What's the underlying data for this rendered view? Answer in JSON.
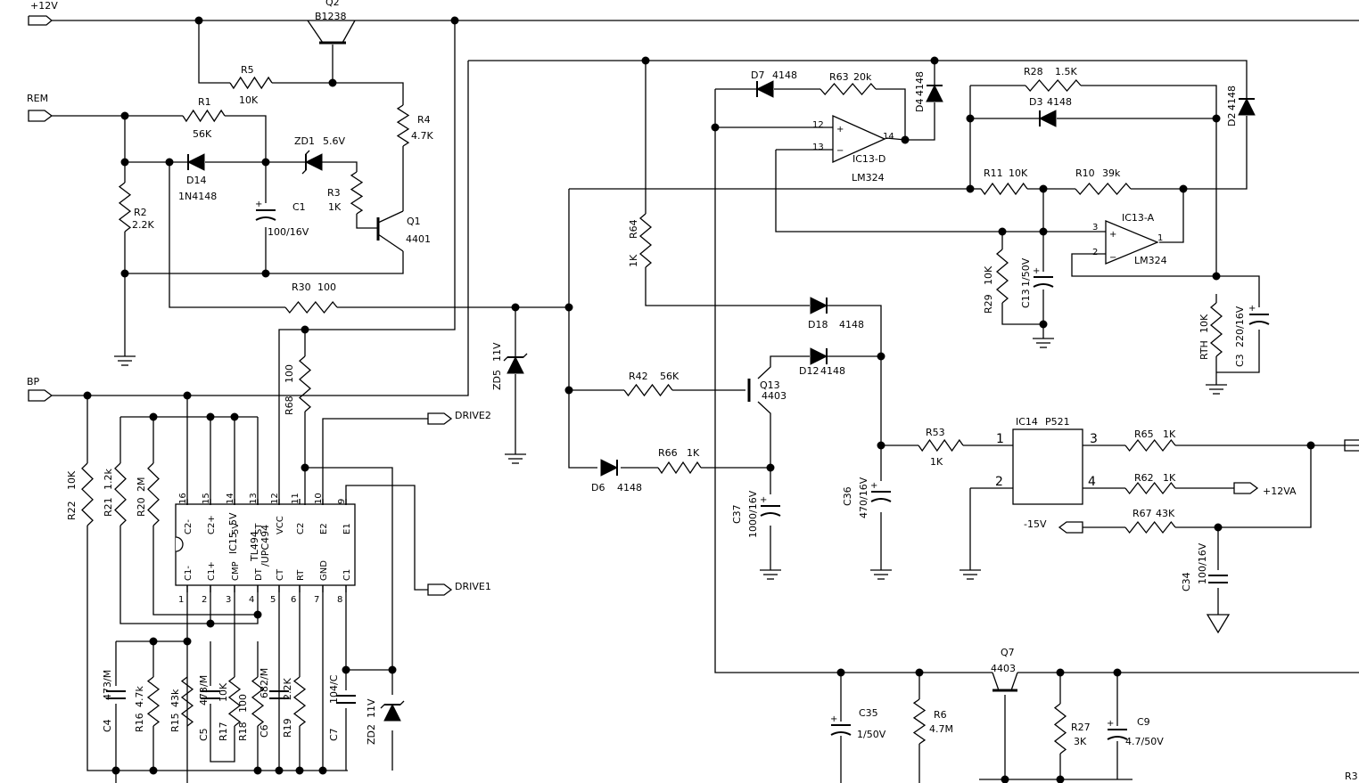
{
  "ports": {
    "p12v": "+12V",
    "rem": "REM",
    "bp": "BP",
    "drive2": "DRIVE2",
    "drive1": "DRIVE1",
    "p12va": "+12VA",
    "m15v": "-15V",
    "r3": "R3"
  },
  "comps": {
    "q2": "Q2",
    "b1238": "B1238",
    "r5": "R5",
    "r5v": "10K",
    "r1": "R1",
    "r1v": "56K",
    "r4": "R4",
    "r4v": "4.7K",
    "zd1": "ZD1",
    "zd1v": "5.6V",
    "d14": "D14",
    "d14v": "1N4148",
    "c1": "C1",
    "c1v": "100/16V",
    "r3": "R3",
    "r3v": "1K",
    "q1": "Q1",
    "q1v": "4401",
    "r2": "R2",
    "r2v": "2.2K",
    "r30": "R30",
    "r30v": "100",
    "r68": "R68",
    "r68v": "100",
    "zd5": "ZD5",
    "zd5v": "11V",
    "d7": "D7",
    "d7v": "4148",
    "r63": "R63",
    "r63v": "20k",
    "d4": "D4",
    "d4v": "4148",
    "ic13d": "IC13-D",
    "lm324a": "LM324",
    "p12": "12",
    "p13": "13",
    "p14": "14",
    "r28": "R28",
    "r28v": "1.5K",
    "d3": "D3",
    "d3v": "4148",
    "d2": "D2",
    "d2v": "4148",
    "r11": "R11",
    "r11v": "10K",
    "r10": "R10",
    "r10v": "39k",
    "ic13a": "IC13-A",
    "lm324b": "LM324",
    "p3": "3",
    "p2": "2",
    "p1": "1",
    "r29": "R29",
    "r29v": "10K",
    "c13": "C13",
    "c13v": "1/50V",
    "rth": "RTH",
    "rthv": "10K",
    "c3": "C3",
    "c3v": "220/16V",
    "r64": "R64",
    "r64v": "1K",
    "d18": "D18",
    "d18v": "4148",
    "d12": "D12",
    "d12v": "4148",
    "r42": "R42",
    "r42v": "56K",
    "q13": "Q13",
    "q13v": "4403",
    "r66": "R66",
    "r66v": "1K",
    "d6": "D6",
    "d6v": "4148",
    "c37": "C37",
    "c37v": "1000/16V",
    "c36": "C36",
    "c36v": "470/16V",
    "r53": "R53",
    "r53v": "1K",
    "ic14": "IC14",
    "p521": "P521",
    "i1": "1",
    "i2": "2",
    "i3": "3",
    "i4": "4",
    "r65": "R65",
    "r65v": "1K",
    "r62": "R62",
    "r62v": "1K",
    "r67": "R67",
    "r67v": "43K",
    "c34": "C34",
    "c34v": "100/16V",
    "q7": "Q7",
    "q7v": "4403",
    "c35": "C35",
    "c35v": "1/50V",
    "r6": "R6",
    "r6v": "4.7M",
    "r27": "R27",
    "r27v": "3K",
    "c9": "C9",
    "c9v": "4.7/50V",
    "r22": "R22",
    "r22v": "10K",
    "r21": "R21",
    "r21v": "1.2k",
    "r20": "R20",
    "r20v": "2M",
    "c4": "C4",
    "c4v": "473/M",
    "r16": "R16",
    "r16v": "4.7k",
    "r15": "R15",
    "r15v": "43k",
    "c5": "C5",
    "c5v": "473/M",
    "r17": "R17",
    "r17v": "10K",
    "r18": "R18",
    "r18v": "100",
    "c6": "C6",
    "c6v": "682/M",
    "r19": "R19",
    "r19v": "2.2K",
    "c7": "C7",
    "c7v": "104/C",
    "zd2": "ZD2",
    "zd2v": "11V"
  },
  "ic15": {
    "name1": "TL494",
    "name2": "/UPC494",
    "label": "IC15",
    "vlabel": "5V",
    "top_pins": [
      "16",
      "15",
      "14",
      "13",
      "12",
      "11",
      "10",
      "9"
    ],
    "top_names": [
      "C2-",
      "C2+",
      "5V",
      "ST",
      "VCC",
      "C2",
      "E2",
      "E1"
    ],
    "bot_pins": [
      "1",
      "2",
      "3",
      "4",
      "5",
      "6",
      "7",
      "8"
    ],
    "bot_names": [
      "C1-",
      "C1+",
      "CMP",
      "DT",
      "CT",
      "RT",
      "GND",
      "C1"
    ]
  }
}
